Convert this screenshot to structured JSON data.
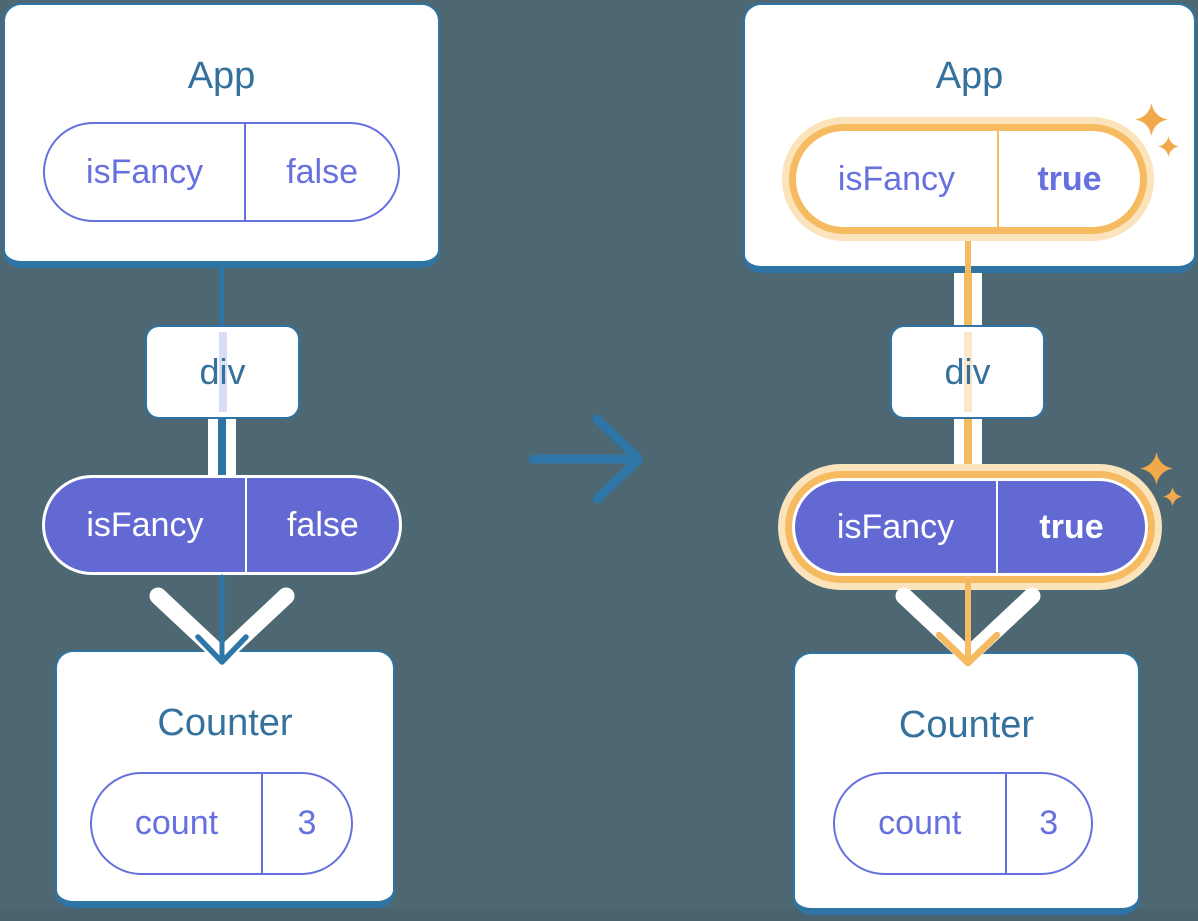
{
  "before": {
    "app": {
      "title": "App",
      "prop_name": "isFancy",
      "prop_value": "false"
    },
    "div_label": "div",
    "flow_pill": {
      "name": "isFancy",
      "value": "false"
    },
    "counter": {
      "title": "Counter",
      "state_name": "count",
      "state_value": "3"
    }
  },
  "after": {
    "app": {
      "title": "App",
      "prop_name": "isFancy",
      "prop_value": "true"
    },
    "div_label": "div",
    "flow_pill": {
      "name": "isFancy",
      "value": "true"
    },
    "counter": {
      "title": "Counter",
      "state_name": "count",
      "state_value": "3"
    }
  },
  "icons": {
    "transition_arrow": "right-arrow-icon",
    "sparkle": "four-point-sparkle-icon",
    "flow_arrowhead": "down-chevron-arrow-icon"
  },
  "colors": {
    "background": "#4D6873",
    "bottom_band": "#48626E",
    "card_border_blue": "#2E74A4",
    "heading_text_blue": "#35719D",
    "pill_purple": "#6671DF",
    "pill_fill_purple": "#6269D3",
    "highlight_orange": "#F6BB61",
    "highlight_orange_pale": "#FBE3BC",
    "sparkle_orange": "#F2A94C",
    "stripe_lavender": "#D9DEF6",
    "stripe_peach": "#FBE7C9",
    "card_background": "#FFFFFF"
  }
}
